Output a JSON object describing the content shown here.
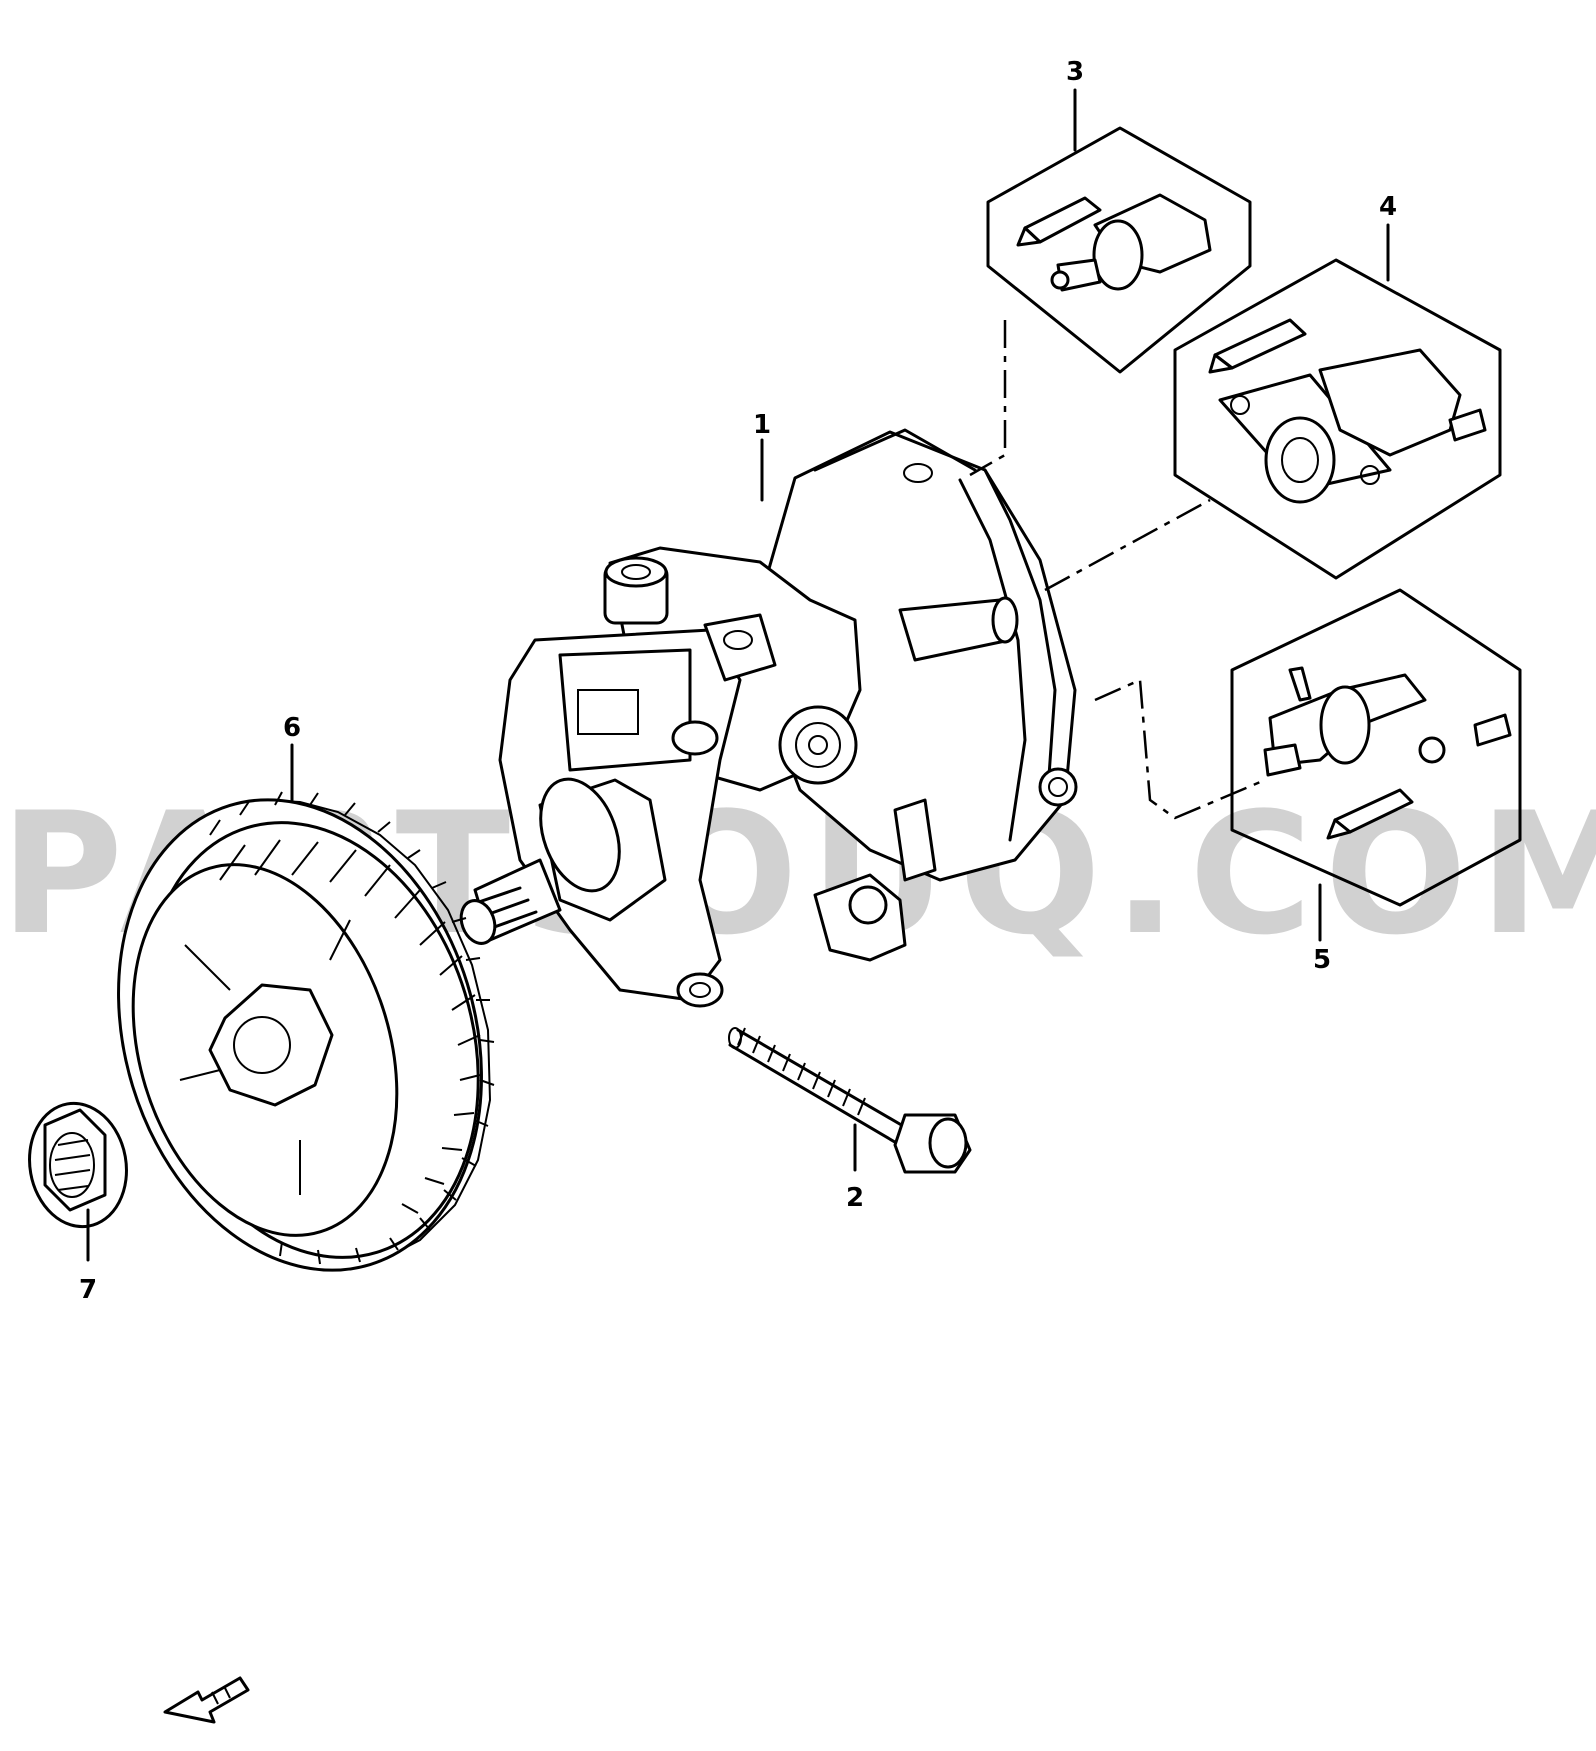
{
  "watermark": "PARTSOUQ.COM",
  "callouts": [
    {
      "id": "1",
      "label": "1"
    },
    {
      "id": "2",
      "label": "2"
    },
    {
      "id": "3",
      "label": "3"
    },
    {
      "id": "4",
      "label": "4"
    },
    {
      "id": "5",
      "label": "5"
    },
    {
      "id": "6",
      "label": "6"
    },
    {
      "id": "7",
      "label": "7"
    }
  ],
  "icons": [
    "fuel-injection-pump-icon",
    "bolt-icon",
    "solenoid-valve-icon",
    "timing-pulley-icon",
    "nut-icon",
    "front-direction-arrow-icon"
  ]
}
